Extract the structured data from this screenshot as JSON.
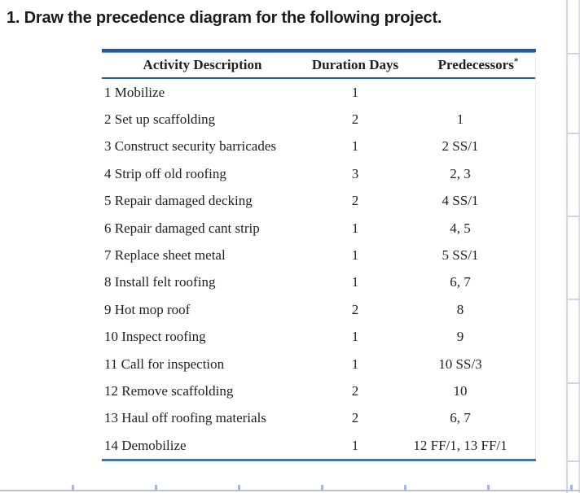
{
  "title": "1. Draw the precedence diagram for the following project.",
  "table": {
    "headers": {
      "activity": "Activity Description",
      "duration": "Duration Days",
      "predecessors": "Predecessors",
      "predecessors_note": "*"
    },
    "rows": [
      {
        "activity": "1 Mobilize",
        "duration": "1",
        "predecessors": ""
      },
      {
        "activity": "2 Set up scaffolding",
        "duration": "2",
        "predecessors": "1"
      },
      {
        "activity": "3 Construct security barricades",
        "duration": "1",
        "predecessors": "2 SS/1"
      },
      {
        "activity": "4 Strip off old roofing",
        "duration": "3",
        "predecessors": "2, 3"
      },
      {
        "activity": "5 Repair damaged decking",
        "duration": "2",
        "predecessors": "4 SS/1"
      },
      {
        "activity": "6 Repair damaged cant strip",
        "duration": "1",
        "predecessors": "4, 5"
      },
      {
        "activity": "7 Replace sheet metal",
        "duration": "1",
        "predecessors": "5 SS/1"
      },
      {
        "activity": "8 Install felt roofing",
        "duration": "1",
        "predecessors": "6, 7"
      },
      {
        "activity": "9 Hot mop roof",
        "duration": "2",
        "predecessors": "8"
      },
      {
        "activity": "10 Inspect roofing",
        "duration": "1",
        "predecessors": "9"
      },
      {
        "activity": "11 Call for inspection",
        "duration": "1",
        "predecessors": "10 SS/3"
      },
      {
        "activity": "12 Remove scaffolding",
        "duration": "2",
        "predecessors": "10"
      },
      {
        "activity": "13 Haul off roofing materials",
        "duration": "2",
        "predecessors": "6, 7"
      },
      {
        "activity": "14 Demobilize",
        "duration": "1",
        "predecessors": "12 FF/1, 13 FF/1"
      }
    ]
  },
  "colors": {
    "table_border_top": "#2b5a8c",
    "table_header_underline": "#2e5f93",
    "table_border_bottom": "#4c72a3",
    "grid_line_blue": "#ccd7e8",
    "grid_line_gray": "#bcc2ca",
    "text": "#1f1f1f"
  }
}
